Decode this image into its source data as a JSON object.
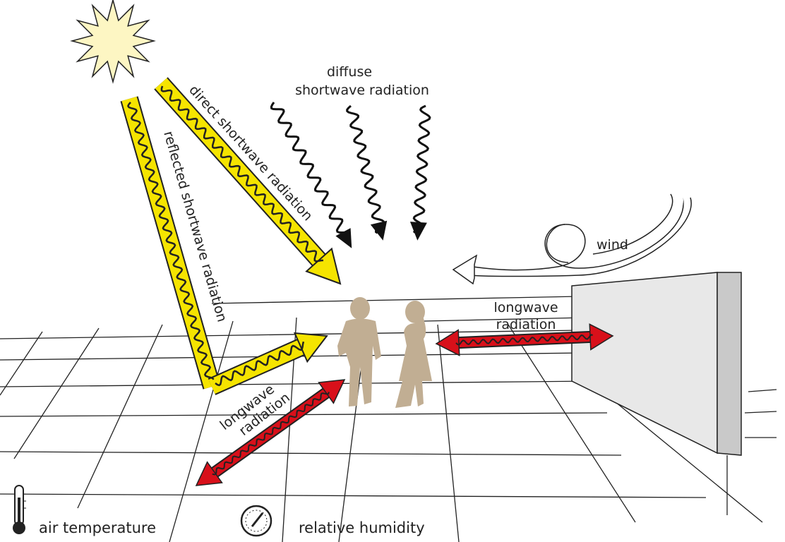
{
  "labels": {
    "diffuse_line1": "diffuse",
    "diffuse_line2": "shortwave radiation",
    "direct": "direct shortwave radiation",
    "reflected": "reflected shortwave radiation",
    "wind": "wind",
    "longwave_right_line1": "longwave",
    "longwave_right_line2": "radiation",
    "longwave_left_line1": "longwave",
    "longwave_left_line2": "radiation"
  },
  "legend": {
    "air_temperature": "air temperature",
    "relative_humidity": "relative humidity"
  },
  "colors": {
    "sun": "#fdf6c3",
    "shortwave": "#f5e400",
    "longwave": "#d8101a",
    "person": "#c1ae93",
    "wall": "#e6e6e6"
  }
}
